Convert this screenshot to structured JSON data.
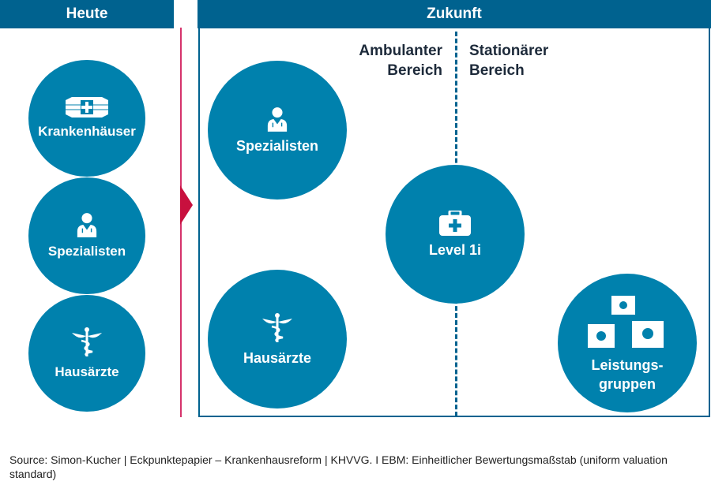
{
  "today": {
    "title": "Heute",
    "items": [
      {
        "label": "Krankenhäuser",
        "icon": "hospital-icon"
      },
      {
        "label": "Spezialisten",
        "icon": "doctor-icon"
      },
      {
        "label": "Hausärzte",
        "icon": "caduceus-icon"
      }
    ]
  },
  "future": {
    "title": "Zukunft",
    "ambulant_label": "Ambulanter Bereich",
    "stationaer_label": "Stationärer Bereich",
    "items": {
      "spezialisten": "Spezialisten",
      "hausaerzte": "Hausärzte",
      "level": "Level 1i",
      "leistung": "Leistungs-\ngruppen"
    }
  },
  "source": "Source: Simon-Kucher | Eckpunktepapier – Krankenhausreform | KHVVG. I EBM: Einheitlicher Bewertungsmaßstab (uniform valuation standard)",
  "colors": {
    "header": "#00628f",
    "circle": "#0081ad",
    "arrow": "#c8103e"
  }
}
